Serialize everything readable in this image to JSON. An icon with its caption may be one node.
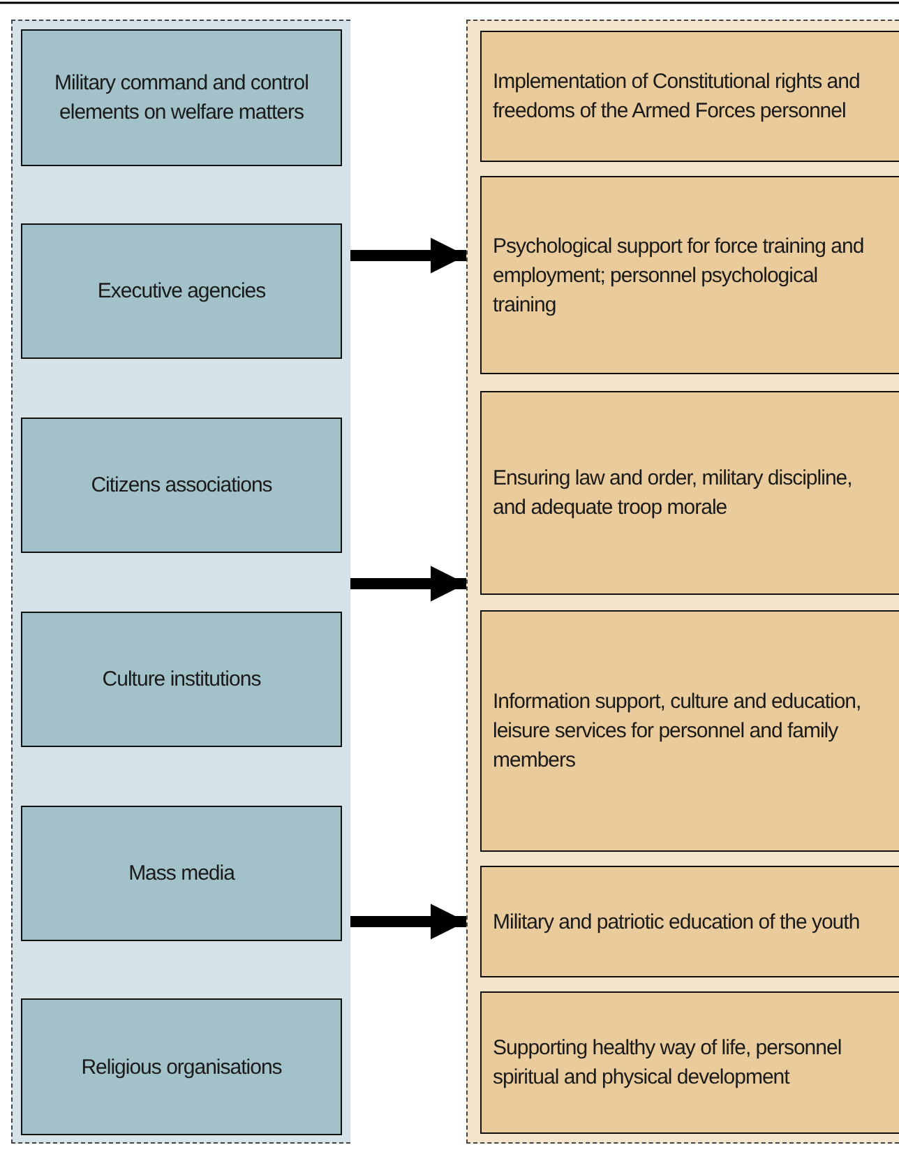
{
  "diagram": {
    "nodes": [
      {
        "text": [],
        "shape": "box"
      },
      {
        "text": [
          "Military command and control elements on welfare matters"
        ],
        "in": 0
      },
      {
        "text": [
          "Executive agencies"
        ],
        "in": 0
      },
      {
        "text": [
          "Citizens associations"
        ],
        "in": 0
      },
      {
        "text": [
          "Culture institutions"
        ],
        "in": 0
      },
      {
        "text": [
          "Mass media"
        ],
        "in": 0
      },
      {
        "text": [
          "Religious organisations"
        ],
        "in": 0
      },
      {
        "text": [],
        "shape": "box"
      },
      {
        "text": [
          "Implementation of Constitutional rights and freedoms of the Armed Forces personnel"
        ],
        "in": 7
      },
      {
        "text": [
          "Psychological support for force training and employment; personnel psychological training"
        ],
        "in": 7
      },
      {
        "text": [
          "Ensuring law and order, military discipline, and adequate troop morale"
        ],
        "in": 7
      },
      {
        "text": [
          "Information support, culture and education, leisure services for personnel and family members"
        ],
        "in": 7
      },
      {
        "text": [
          "Military and patriotic education of the youth"
        ],
        "in": 7
      },
      {
        "text": [
          "Supporting healthy way of life, personnel spiritual and physical development"
        ],
        "in": 7
      }
    ],
    "edges": [
      {
        "from": 0,
        "to": 7,
        "arrow": "to"
      },
      {
        "from": 0,
        "to": 7,
        "arrow": "to"
      },
      {
        "from": 0,
        "to": 7,
        "arrow": "to"
      }
    ]
  }
}
